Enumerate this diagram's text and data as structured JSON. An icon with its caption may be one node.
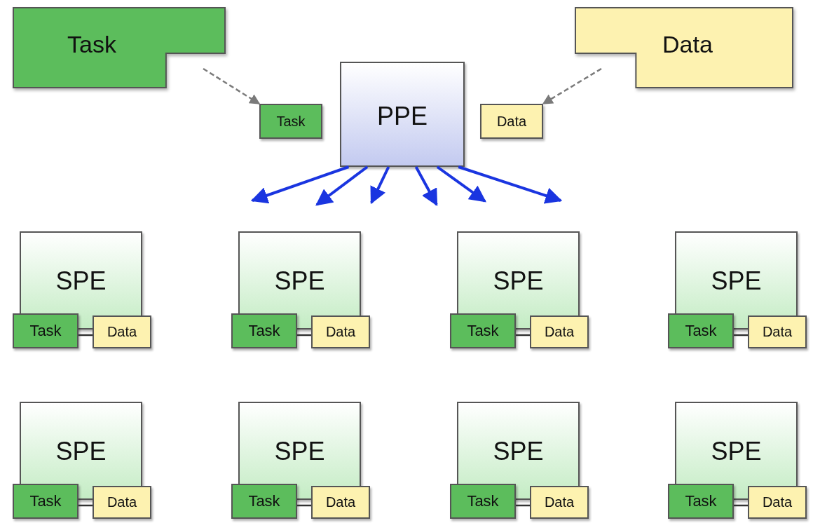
{
  "diagram": {
    "nodes": [
      {
        "text": [
          "Task"
        ]
      },
      {
        "text": [
          "Data"
        ]
      },
      {
        "text": [
          "Task"
        ]
      },
      {
        "text": [
          "PPE"
        ]
      },
      {
        "text": [
          "Data"
        ]
      },
      {
        "text": [
          "SPE"
        ]
      },
      {
        "text": [
          "Task"
        ]
      },
      {
        "text": [
          "Data"
        ]
      },
      {
        "text": [
          "SPE"
        ]
      },
      {
        "text": [
          "Task"
        ]
      },
      {
        "text": [
          "Data"
        ]
      },
      {
        "text": [
          "SPE"
        ]
      },
      {
        "text": [
          "Task"
        ]
      },
      {
        "text": [
          "Data"
        ]
      },
      {
        "text": [
          "SPE"
        ]
      },
      {
        "text": [
          "Task"
        ]
      },
      {
        "text": [
          "Data"
        ]
      },
      {
        "text": [
          "SPE"
        ]
      },
      {
        "text": [
          "Task"
        ]
      },
      {
        "text": [
          "Data"
        ]
      },
      {
        "text": [
          "SPE"
        ]
      },
      {
        "text": [
          "Task"
        ]
      },
      {
        "text": [
          "Data"
        ]
      },
      {
        "text": [
          "SPE"
        ]
      },
      {
        "text": [
          "Task"
        ]
      },
      {
        "text": [
          "Data"
        ]
      },
      {
        "text": [
          "SPE"
        ]
      },
      {
        "text": [
          "Task"
        ]
      },
      {
        "text": [
          "Data"
        ]
      }
    ],
    "edges": [
      {
        "from": 0,
        "to": 2,
        "arrow": "to",
        "style": "dashed",
        "color": "#7a7a7a"
      },
      {
        "from": 1,
        "to": 4,
        "arrow": "to",
        "style": "dashed",
        "color": "#7a7a7a"
      },
      {
        "from": 3,
        "to": null,
        "arrow": "to",
        "color": "#1a35e0"
      },
      {
        "from": 3,
        "to": null,
        "arrow": "to",
        "color": "#1a35e0"
      },
      {
        "from": 3,
        "to": null,
        "arrow": "to",
        "color": "#1a35e0"
      },
      {
        "from": 3,
        "to": null,
        "arrow": "to",
        "color": "#1a35e0"
      },
      {
        "from": 3,
        "to": null,
        "arrow": "to",
        "color": "#1a35e0"
      },
      {
        "from": 3,
        "to": null,
        "arrow": "to",
        "color": "#1a35e0"
      },
      {
        "from": 6,
        "to": 7,
        "arrow": "none"
      },
      {
        "from": 9,
        "to": 10,
        "arrow": "none"
      },
      {
        "from": 12,
        "to": 13,
        "arrow": "none"
      },
      {
        "from": 15,
        "to": 16,
        "arrow": "none"
      },
      {
        "from": 18,
        "to": 19,
        "arrow": "none"
      },
      {
        "from": 21,
        "to": 22,
        "arrow": "none"
      },
      {
        "from": 24,
        "to": 25,
        "arrow": "none"
      },
      {
        "from": 27,
        "to": 28,
        "arrow": "none"
      }
    ]
  }
}
